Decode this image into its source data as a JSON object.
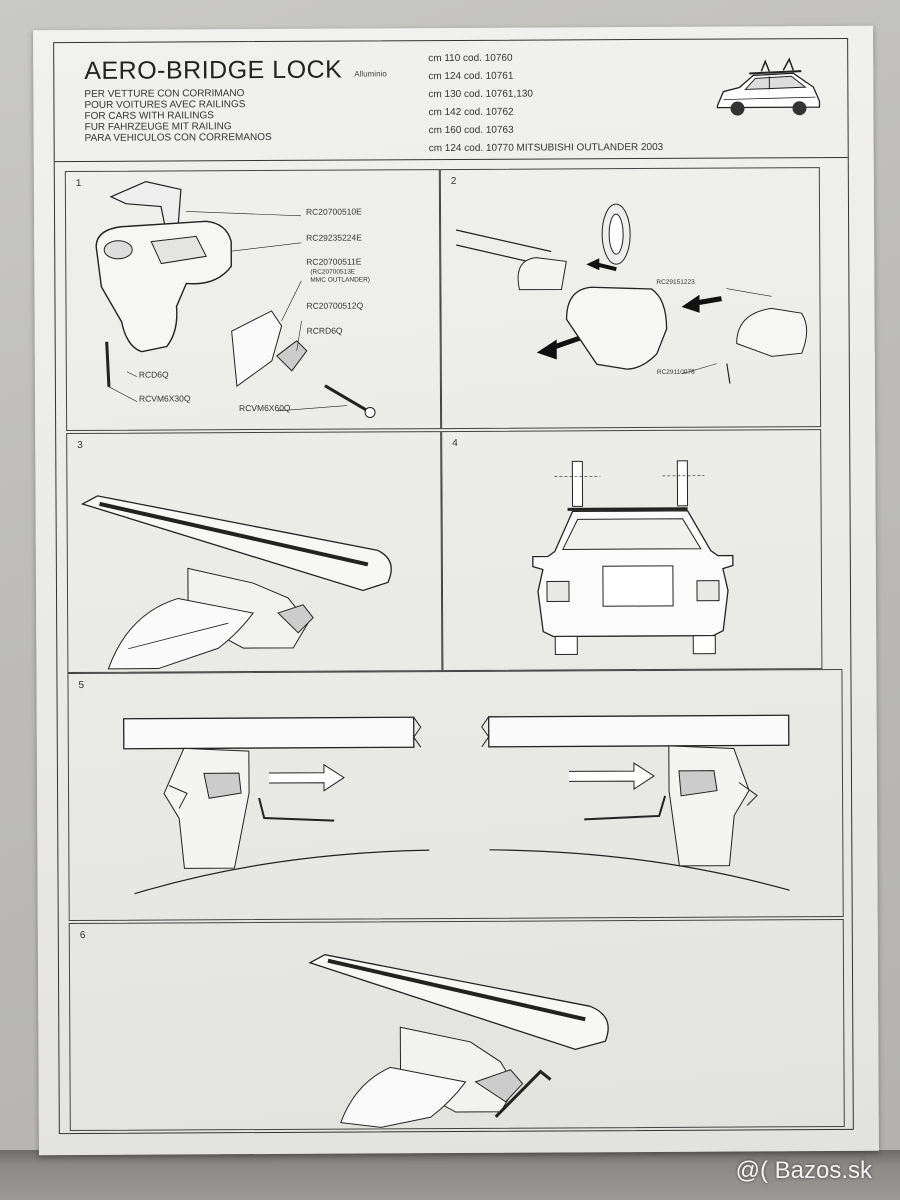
{
  "header": {
    "title": "AERO-BRIDGE LOCK",
    "material": "Alluminio",
    "taglines": [
      "PER VETTURE CON CORRIMANO",
      "POUR VOITURES AVEC RAILINGS",
      "FOR CARS WITH RAILINGS",
      "FUR FAHRZEUGE MIT RAILING",
      "PARA VEHICULOS CON CORREMANOS"
    ],
    "models": [
      "cm 110 cod. 10760",
      "cm 124 cod. 10761",
      "cm 130 cod. 10761,130",
      "cm 142 cod. 10762",
      "cm 160 cod. 10763",
      "cm 124 cod. 10770 MITSUBISHI  OUTLANDER 2003"
    ]
  },
  "steps": [
    "1",
    "2",
    "3",
    "4",
    "5",
    "6"
  ],
  "parts_step1": {
    "p1": "RC20700510E",
    "p2": "RC29235224E",
    "p3": "RC20700511E",
    "p3_note": "(RC20700513E",
    "p3_note2": "MMC OUTLANDER)",
    "p4": "RC20700512Q",
    "p5": "RCRD6Q",
    "p6": "RCD6Q",
    "p7": "RCVM6X30Q",
    "p8": "RCVM6X60Q"
  },
  "parts_step2": {
    "p1": "RC29151223",
    "p2": "RC29110078"
  },
  "watermark": "@( Bazos.sk"
}
